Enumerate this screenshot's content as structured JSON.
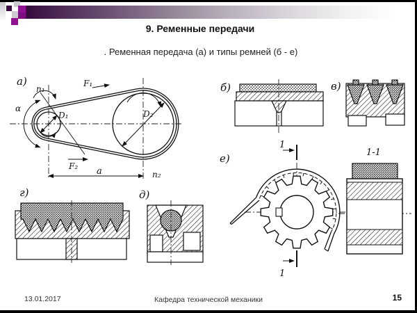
{
  "slide": {
    "title": "9. Ременные передачи",
    "subtitle": ". Ременная передача (а) и типы ремней (б - е)"
  },
  "footer": {
    "date": "13.01.2017",
    "department": "Кафедра технической механики",
    "page": "15"
  },
  "fig": {
    "a": "а)",
    "b": "б)",
    "v": "в)",
    "g": "г)",
    "d": "д)",
    "e": "е)"
  },
  "belt": {
    "alpha": "α",
    "n1": "n₁",
    "n2": "n₂",
    "F1": "F₁",
    "F2": "F₂",
    "D1": "D₁",
    "D2": "D₂",
    "a": "a"
  },
  "sec": {
    "mark": "1",
    "label": "1-1"
  },
  "colors": {
    "accent_dark_purple": "#3b0d40",
    "accent_magenta": "#8e1191",
    "accent_lavender": "#cfc8d3",
    "gradient_start": "#340b3c",
    "ink": "#111111"
  }
}
